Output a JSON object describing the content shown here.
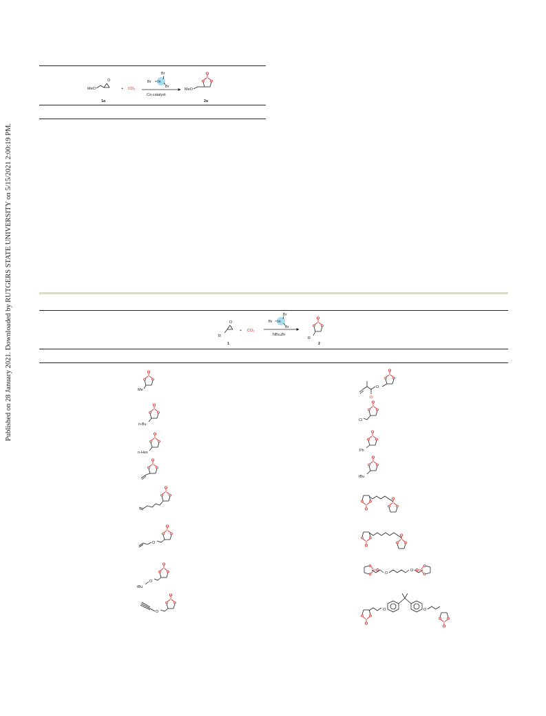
{
  "sidebar": {
    "download_notice": "Published on 28 January 2021. Downloaded by RUTGERS STATE UNIVERSITY on 5/15/2021 2:00:19 PM."
  },
  "scheme1": {
    "reactant_label": "MeO",
    "plus": "+",
    "reagent": "CO₂",
    "catalyst_br_top": "Br",
    "catalyst_br_left": "Br",
    "catalyst_metal": "In",
    "catalyst_br_right": "Br",
    "conditions": "Co-catalyst",
    "product_label": "MeO",
    "compound_reactant": "1a",
    "compound_product": "2a"
  },
  "scheme2": {
    "reactant_label": "R",
    "plus": "+",
    "reagent": "CO₂",
    "catalyst_br_top": "Br",
    "catalyst_br_left": "Br",
    "catalyst_metal": "In",
    "catalyst_br_right": "Br",
    "conditions": "NBu₄Br",
    "product_label": "R",
    "compound_reactant": "1",
    "compound_product": "2"
  },
  "products": {
    "left": [
      "Me",
      "n-Bu",
      "n-Hex",
      "",
      "",
      "",
      "tBu",
      ""
    ],
    "right": [
      "",
      "Cl",
      "Ph",
      "tBu",
      "",
      "",
      "",
      ""
    ]
  },
  "colors": {
    "text": "#222222",
    "carbonate_red": "#d72222",
    "metal_highlight": "#a8dcef",
    "table_band": "#dcdcc6"
  }
}
